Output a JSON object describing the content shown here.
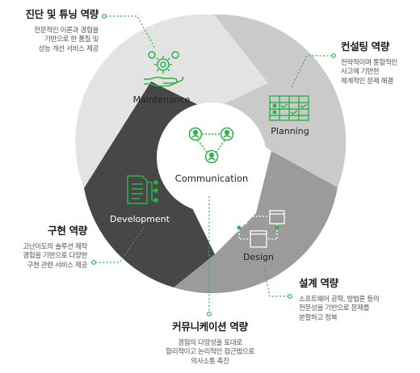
{
  "center": {
    "label": "Communication"
  },
  "segments": {
    "maintenance": "Maintenance",
    "planning": "Planning",
    "design": "Design",
    "development": "Development"
  },
  "captions": {
    "tl": {
      "title": "진단 및 튜닝 역량",
      "lines": [
        "전문적인 이론과 경험을",
        "기반으로 한 품질 및",
        "성능 개선 서비스 제공"
      ]
    },
    "tr": {
      "title": "컨설팅 역량",
      "lines": [
        "전략적이며 통합적인",
        "사고에 기반한",
        "체계적인 문제 해결"
      ]
    },
    "ml": {
      "title": "구현 역량",
      "lines": [
        "고난이도의 솔루션 제작",
        "경험을 기반으로 다양한",
        "구현 관련 서비스 제공"
      ]
    },
    "br": {
      "title": "설계 역량",
      "lines": [
        "소프트웨어 공학, 방법론 등의",
        "전문성을 기반으로 문제를",
        "분할하고 정복"
      ]
    },
    "bc": {
      "title": "커뮤니케이션 역량",
      "lines": [
        "경험의 다양성을 토대로",
        "합리적이고 논리적인 접근법으로",
        "의사소통 촉진"
      ]
    }
  },
  "colors": {
    "accent": "#2db34a",
    "maintenance": "#e3e3e3",
    "planning": "#c9c9c9",
    "design": "#9a9a9a",
    "development": "#474747",
    "center": "#ffffff"
  },
  "icons": {
    "maintenance": "gear-hand-icon",
    "planning": "checklist-table-icon",
    "design": "wireframe-icon",
    "development": "document-tree-icon",
    "communication": "people-network-icon"
  }
}
